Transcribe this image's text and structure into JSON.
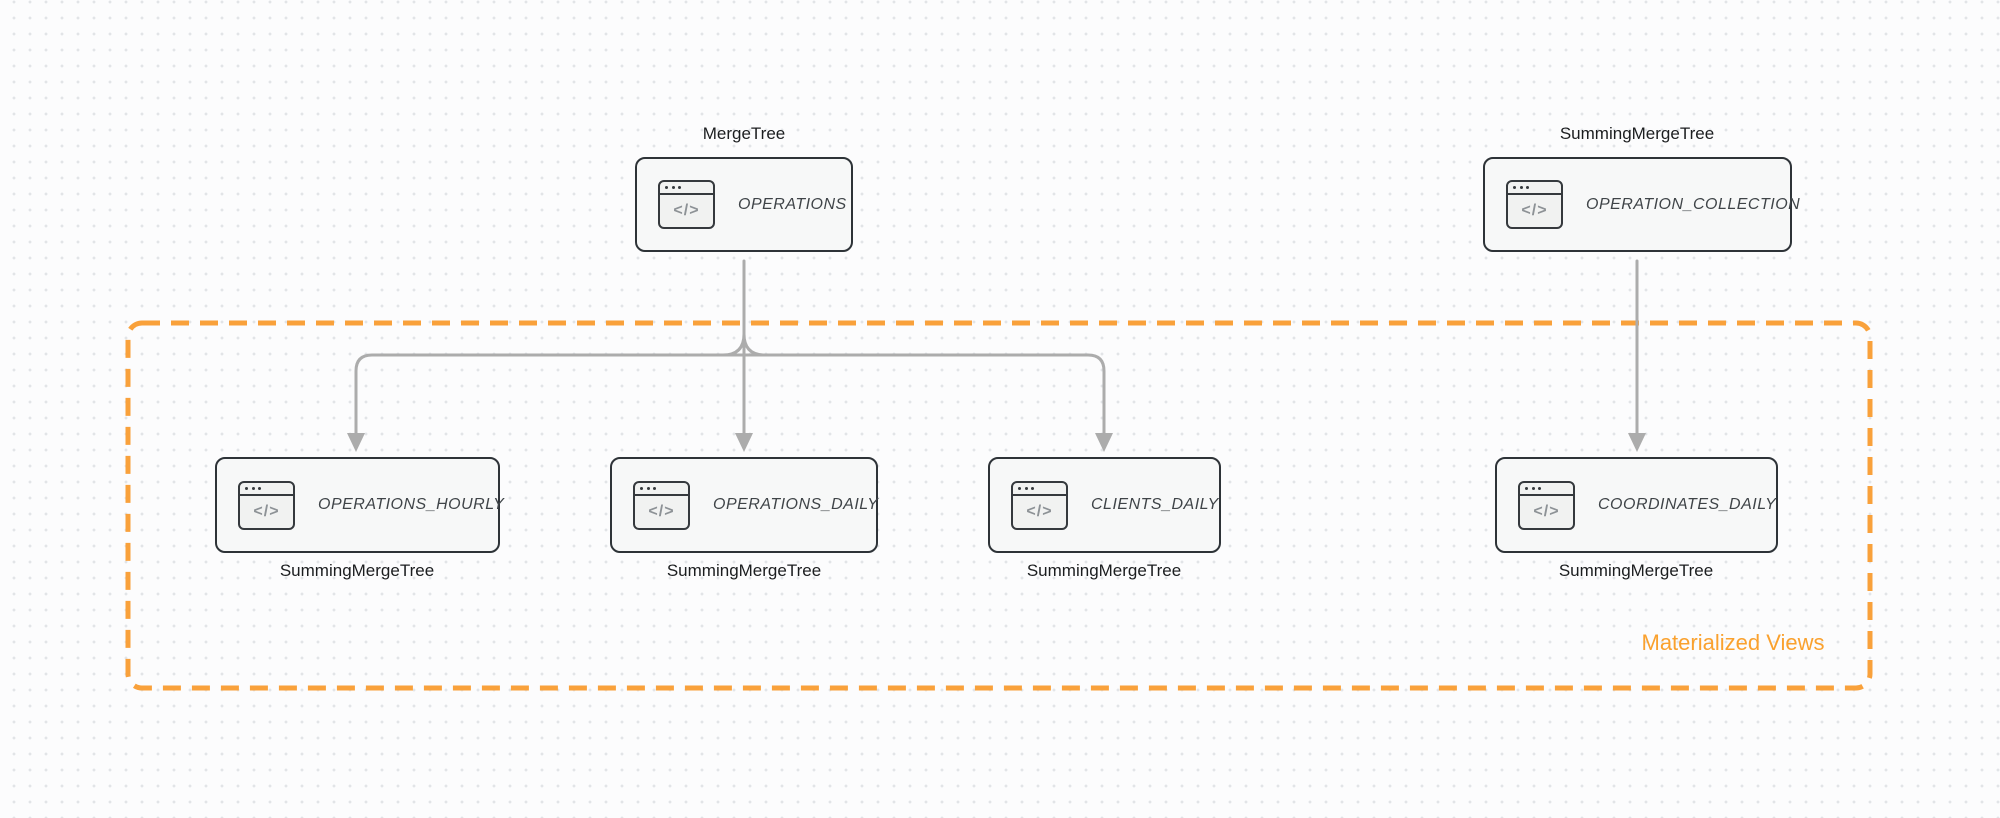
{
  "group": {
    "label": "Materialized Views"
  },
  "icon": {
    "code_glyph": "</>"
  },
  "nodes": [
    {
      "id": "operations",
      "label": "OPERATIONS",
      "engine": "MergeTree"
    },
    {
      "id": "operation_collection",
      "label": "OPERATION_COLLECTION",
      "engine": "SummingMergeTree"
    },
    {
      "id": "operations_hourly",
      "label": "OPERATIONS_HOURLY",
      "engine": "SummingMergeTree"
    },
    {
      "id": "operations_daily",
      "label": "OPERATIONS_DAILY",
      "engine": "SummingMergeTree"
    },
    {
      "id": "clients_daily",
      "label": "CLIENTS_DAILY",
      "engine": "SummingMergeTree"
    },
    {
      "id": "coordinates_daily",
      "label": "COORDINATES_DAILY",
      "engine": "SummingMergeTree"
    }
  ],
  "edges": [
    {
      "from": "OPERATIONS",
      "to": "OPERATIONS_HOURLY"
    },
    {
      "from": "OPERATIONS",
      "to": "OPERATIONS_DAILY"
    },
    {
      "from": "OPERATIONS",
      "to": "CLIENTS_DAILY"
    },
    {
      "from": "OPERATION_COLLECTION",
      "to": "COORDINATES_DAILY"
    }
  ],
  "colors": {
    "accent_orange": "#F9A13B",
    "group_label_orange": "#FAA12E",
    "node_border": "#2E3338",
    "node_fill": "#F7F8F8",
    "arrow_gray": "#ACACAC",
    "icon_glyph_gray": "#8D9296",
    "label_text_dark": "#1B1D1F",
    "node_text": "#3F4448"
  }
}
